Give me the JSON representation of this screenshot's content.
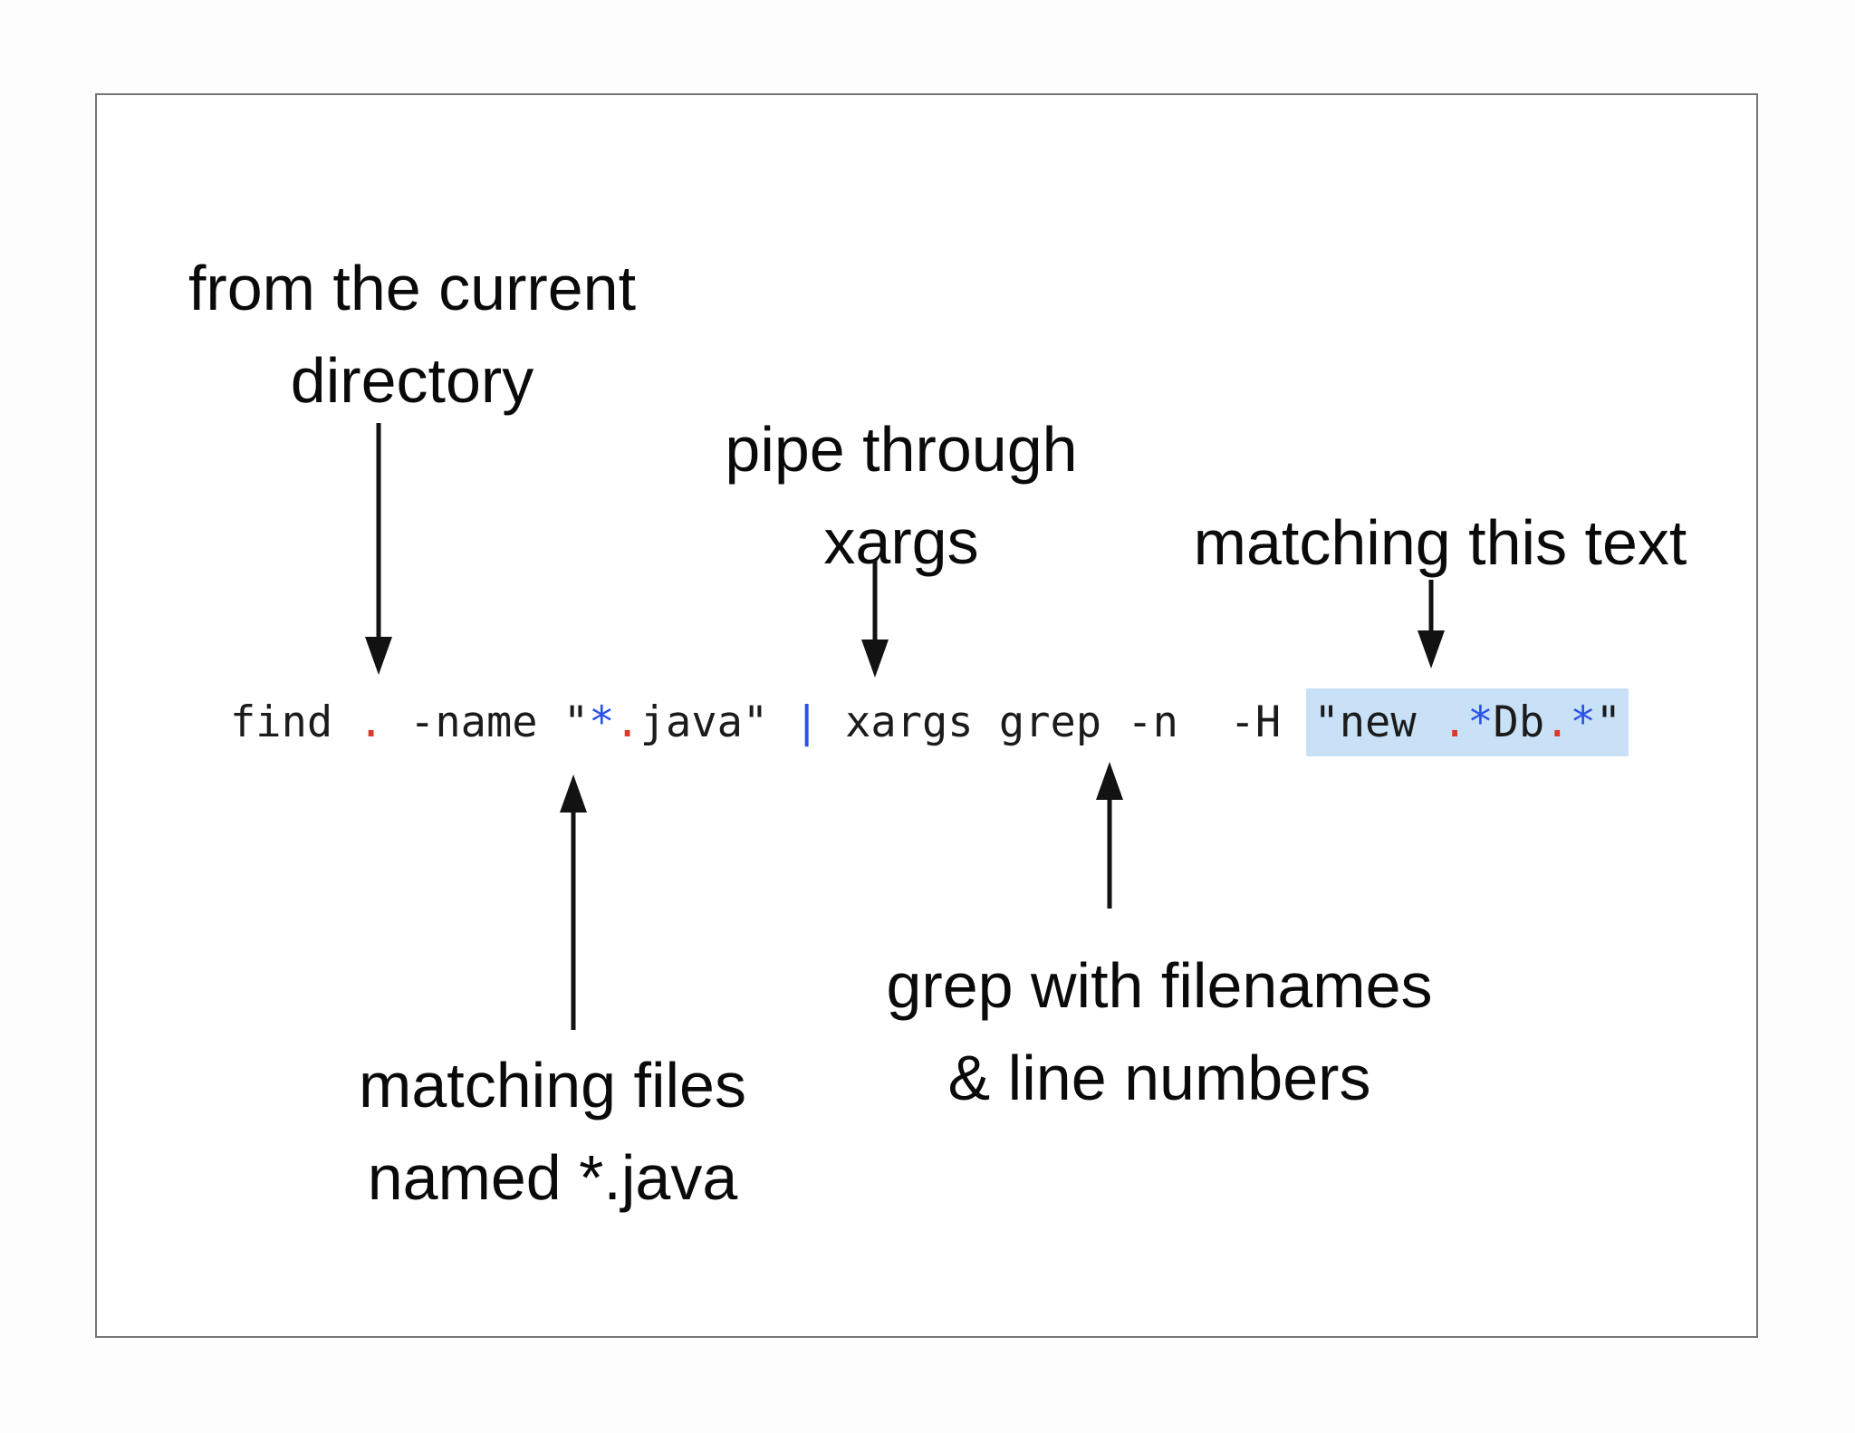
{
  "slide": {
    "labels": {
      "from_current": "from the current\ndirectory",
      "pipe_through": "pipe through\nxargs",
      "matching_text": "matching this text",
      "grep_filenames": "grep with filenames\n& line numbers",
      "matching_files": "matching files\nnamed *.java"
    },
    "command": {
      "full_text": "find . -name \"*.java\" | xargs grep -n  -H \"new .*Db.*\"",
      "segments": [
        {
          "text": "find ",
          "color": "default",
          "highlight": false
        },
        {
          "text": ".",
          "color": "red",
          "highlight": false
        },
        {
          "text": " -name \"",
          "color": "default",
          "highlight": false
        },
        {
          "text": "*",
          "color": "blue",
          "highlight": false
        },
        {
          "text": ".",
          "color": "red",
          "highlight": false
        },
        {
          "text": "java\" ",
          "color": "default",
          "highlight": false
        },
        {
          "text": "|",
          "color": "blue",
          "highlight": false
        },
        {
          "text": " xargs grep -n  -H ",
          "color": "default",
          "highlight": false
        },
        {
          "text": "\"new ",
          "color": "default",
          "highlight": true
        },
        {
          "text": ".",
          "color": "red",
          "highlight": true
        },
        {
          "text": "*",
          "color": "blue",
          "highlight": true
        },
        {
          "text": "Db",
          "color": "default",
          "highlight": true
        },
        {
          "text": ".",
          "color": "red",
          "highlight": true
        },
        {
          "text": "*",
          "color": "blue",
          "highlight": true
        },
        {
          "text": "\"",
          "color": "default",
          "highlight": true
        }
      ]
    },
    "colors": {
      "command_default": "#1b1b1b",
      "command_red": "#d93a2a",
      "command_blue": "#2b51e8",
      "highlight_bg": "#c9e1f7",
      "label_text": "#0a0a0a",
      "arrow": "#121212",
      "slide_border": "#757575"
    }
  }
}
